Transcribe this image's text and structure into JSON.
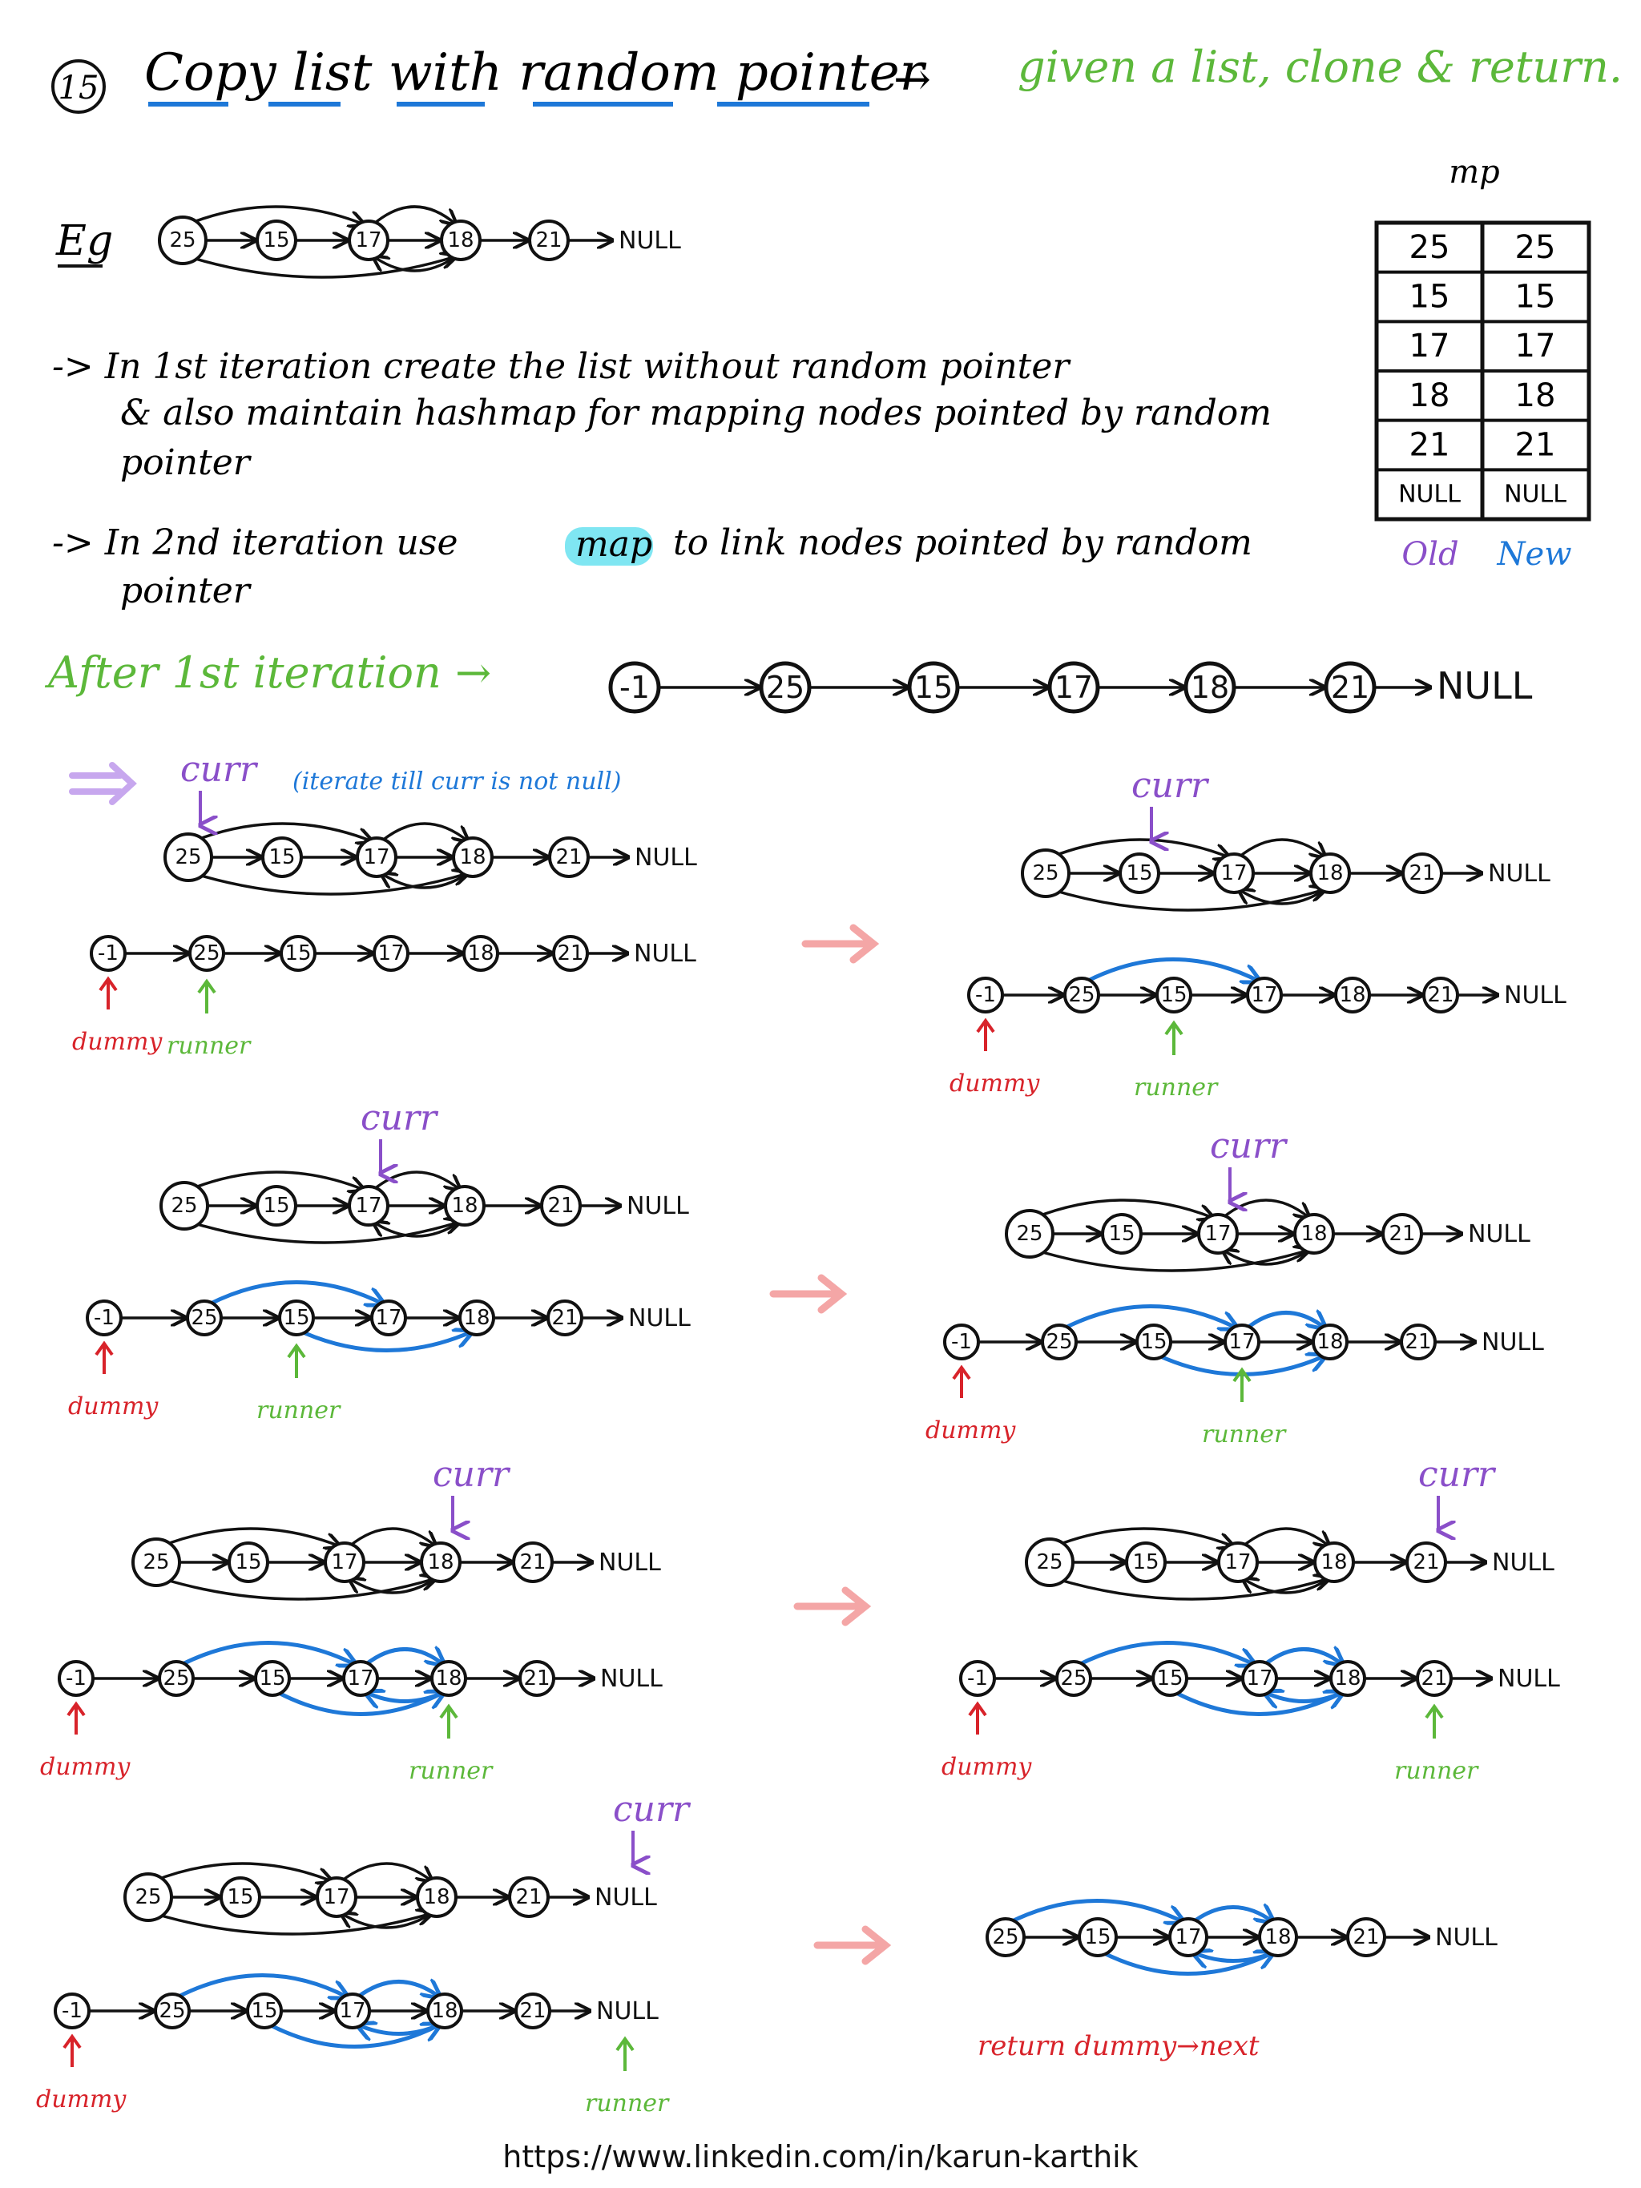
{
  "title": {
    "number": "15",
    "text": "Copy list with random pointer",
    "arrow": "→",
    "subtitle": "given a list, clone & return."
  },
  "eg_label": "Eg",
  "nodes": [
    "25",
    "15",
    "17",
    "18",
    "21"
  ],
  "new_list_nodes": [
    "-1",
    "25",
    "15",
    "17",
    "18",
    "21"
  ],
  "null_label": "NULL",
  "notes": {
    "iter1_line1": "-> In 1st iteration create the list without random pointer",
    "iter1_line2": "& also maintain hashmap for mapping nodes pointed by random",
    "iter1_line3": "pointer",
    "iter2_prefix": "-> In 2nd iteration use",
    "iter2_map": "map",
    "iter2_suffix": "to link nodes pointed by random",
    "iter2_line2": "pointer"
  },
  "map_table": {
    "title": "mp",
    "rows": [
      [
        "25",
        "25"
      ],
      [
        "15",
        "15"
      ],
      [
        "17",
        "17"
      ],
      [
        "18",
        "18"
      ],
      [
        "21",
        "21"
      ],
      [
        "NULL",
        "NULL"
      ]
    ],
    "col_old": "Old",
    "col_new": "New"
  },
  "after_first": "After 1st iteration →",
  "labels": {
    "curr": "curr",
    "iterate_note": "(iterate till curr is not null)",
    "dummy": "dummy",
    "runner": "runner",
    "return": "return dummy→next"
  },
  "footer": "https://www.linkedin.com/in/karun-karthik",
  "colors": {
    "green": "#5cb83a",
    "blue": "#1e78d8",
    "purple": "#8a4fc9",
    "red": "#d8232a",
    "pink": "#f4a6a6",
    "cyan_highlight": "#7fe6f2"
  }
}
